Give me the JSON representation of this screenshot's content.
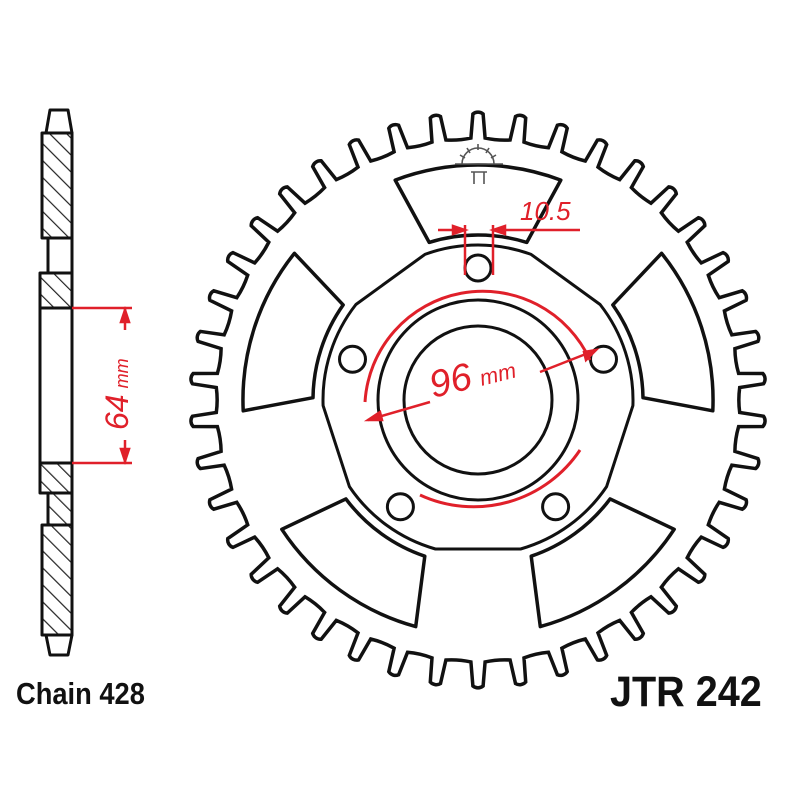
{
  "title": "JTR 242",
  "chain": "Chain 428",
  "dimensions": {
    "bolt_circle_value": "96",
    "bolt_circle_unit": "mm",
    "bore_value": "64",
    "bore_unit": "mm",
    "bolt_hole": "10.5"
  },
  "sprocket": {
    "teeth": 42,
    "bolt_holes": 5
  },
  "colors": {
    "line": "#111111",
    "dimension": "#e0202a"
  },
  "icons": [
    "jt-sun-logo-icon"
  ]
}
